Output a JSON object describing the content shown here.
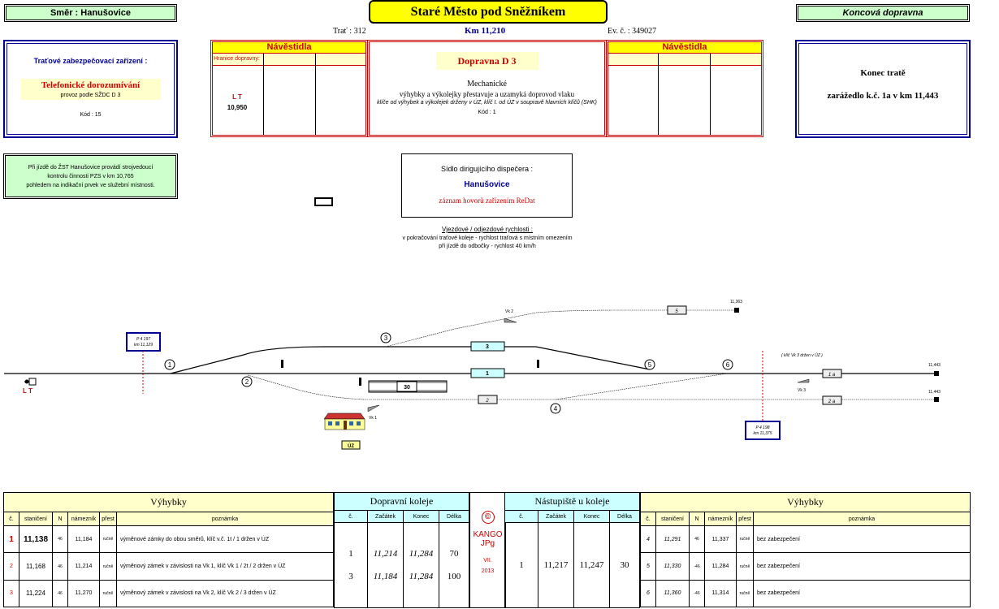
{
  "header": {
    "direction": "Směr  :  Hanušovice",
    "station_title": "Staré Město pod Sněžníkem",
    "terminal": "Koncová dopravna",
    "trat": "Trať : 312",
    "km": "Km  11,210",
    "ev": "Ev. č. : 349027"
  },
  "left_box": {
    "title": "Traťové  zabezpečovací  zařízení :",
    "system": "Telefonické  dorozumívání",
    "sub": "provoz podle SŽDC D 3",
    "code": "Kód : 15"
  },
  "signals_left": {
    "title": "Návěstidla",
    "border_label": "Hranice dopravny:",
    "lt": "L T",
    "lt_km": "10,950"
  },
  "signals_right": {
    "title": "Návěstidla"
  },
  "center_box": {
    "title": "Dopravna  D 3",
    "mech": "Mechanické",
    "line1": "výhybky a výkolejky přestavuje a uzamyká doprovod vlaku",
    "line2": "klíče od výhybek a výkolejek drženy v ÚZ, klíč I. od ÚZ v soupravě hlavních klíčů (SHK)",
    "code": "Kód : 1"
  },
  "right_box": {
    "line1": "Konec tratě",
    "line2": "zarážedlo k.č. 1a v km 11,443"
  },
  "note_box": {
    "l1": "Při jízdě do ŽST Hanušovice provádí strojvedoucí",
    "l2": "kontrolu činnosti PZS v km 10,765",
    "l3": "pohledem na indikační prvek ve služební místnosti."
  },
  "dispatcher": {
    "title": "Sídlo dirigujícího dispečera :",
    "place": "Hanušovice",
    "rec": "záznam hovorů zařízením ReDat"
  },
  "speeds": {
    "title": "Vjezdové / odjezdové rychlosti :",
    "l1": "v pokračování traťové koleje - rychlost traťová s místním omezením",
    "l2": "při jízdě do odbočky - rychlost 40 km/h"
  },
  "diagram": {
    "lt": "L T",
    "p4197": "P 4 197",
    "p4197_km": "km 11,129",
    "p4198": "P 4 198",
    "p4198_km": "km 11,375",
    "vk1": "Vk 1",
    "vk2": "Vk 2",
    "vk3": "Vk 3",
    "vk3_note": "( klíč Vk 3 držen v ÚZ )",
    "uz": "ÚZ",
    "km_11363": "11,363",
    "km_11443a": "11,443",
    "km_11443b": "11,443",
    "track1": "1",
    "track2": "2",
    "track3": "3",
    "track5": "5",
    "track1a": "1 a",
    "track2a": "2 a",
    "platform": "30",
    "sw1": "1",
    "sw2": "2",
    "sw3": "3",
    "sw4": "4",
    "sw5": "5",
    "sw6": "6"
  },
  "tables": {
    "vyhybky_title": "Výhybky",
    "koleje_title": "Dopravní  koleje",
    "nast_title": "Nástupiště  u  koleje",
    "vyhybky2_title": "Výhybky",
    "h_c": "č.",
    "h_stan": "staničení",
    "h_n": "N",
    "h_nam": "námezník",
    "h_prest": "přest",
    "h_pozn": "poznámka",
    "h_zac": "Začátek",
    "h_kon": "Konec",
    "h_del": "Délka",
    "copyright": "©",
    "kango": "KANGO",
    "jpg": "JPg",
    "vii": "VII.",
    "year": "2013",
    "switches_left": [
      {
        "c": "1",
        "stan": "11,138",
        "n": "46",
        "nam": "11,184",
        "prest": "ručně",
        "pozn": "výměnové zámky do obou směrů, klíč v.č. 1t / 1 držen v ÚZ"
      },
      {
        "c": "2",
        "stan": "11,168",
        "n": "46",
        "nam": "11,214",
        "prest": "ručně",
        "pozn": "výměnový zámek v závislosti na Vk 1, klíč Vk 1 / 2t / 2 držen v ÚZ"
      },
      {
        "c": "3",
        "stan": "11,224",
        "n": "46",
        "nam": "11,270",
        "prest": "ručně",
        "pozn": "výměnový zámek v závislosti na Vk 2, klíč Vk 2 / 3 držen v ÚZ"
      }
    ],
    "tracks": [
      {
        "c": "1",
        "zac": "11,214",
        "kon": "11,284",
        "del": "70"
      },
      {
        "c": "3",
        "zac": "11,184",
        "kon": "11,284",
        "del": "100"
      }
    ],
    "platforms": [
      {
        "c": "1",
        "zac": "11,217",
        "kon": "11,247",
        "del": "30"
      }
    ],
    "switches_right": [
      {
        "c": "4",
        "stan": "11,291",
        "n": "46",
        "nam": "11,337",
        "prest": "ručně",
        "pozn": "bez zabezpečení"
      },
      {
        "c": "5",
        "stan": "11,330",
        "n": "-46",
        "nam": "11,284",
        "prest": "ručně",
        "pozn": "bez zabezpečení"
      },
      {
        "c": "6",
        "stan": "11,360",
        "n": "-46",
        "nam": "11,314",
        "prest": "ručně",
        "pozn": "bez zabezpečení"
      }
    ]
  }
}
